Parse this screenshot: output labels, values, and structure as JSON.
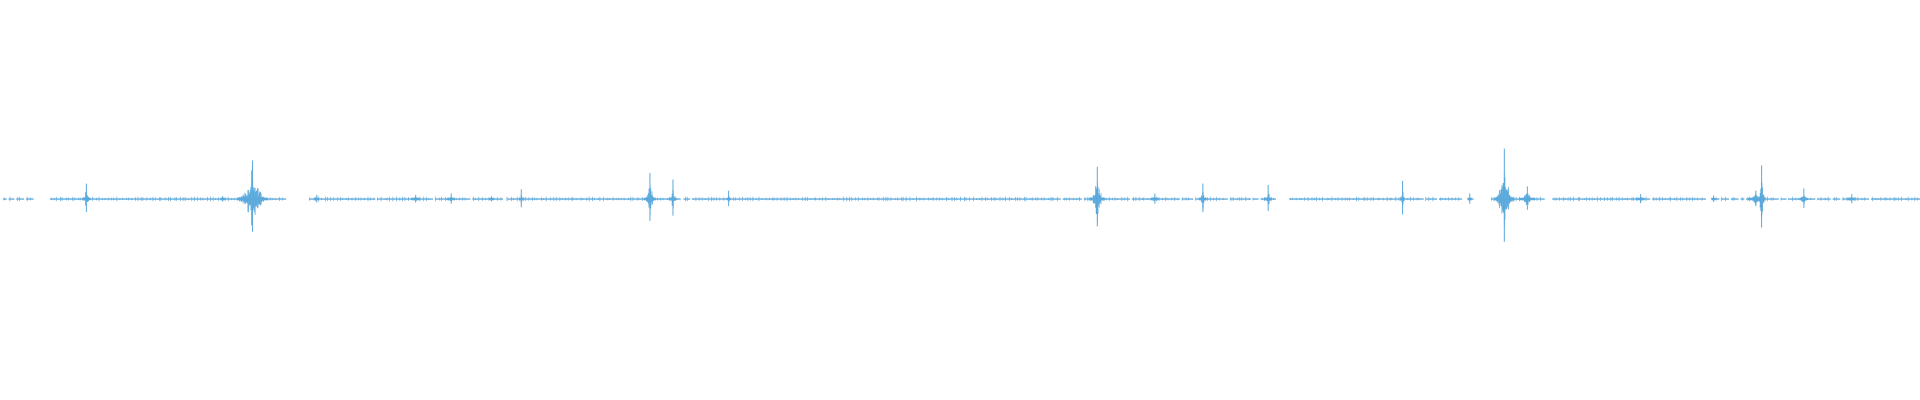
{
  "waveform": {
    "color": "#5aa9dc",
    "baseline_color": "#5aa9dc",
    "duration_fraction_bursts": [
      {
        "at": 0.045,
        "amplitude": 0.22,
        "width": 0.002
      },
      {
        "at": 0.116,
        "amplitude": 0.04,
        "width": 0.001
      },
      {
        "at": 0.1315,
        "amplitude": 0.55,
        "width": 0.008
      },
      {
        "at": 0.165,
        "amplitude": 0.06,
        "width": 0.001
      },
      {
        "at": 0.2165,
        "amplitude": 0.06,
        "width": 0.002
      },
      {
        "at": 0.235,
        "amplitude": 0.08,
        "width": 0.002
      },
      {
        "at": 0.256,
        "amplitude": 0.04,
        "width": 0.001
      },
      {
        "at": 0.2715,
        "amplitude": 0.14,
        "width": 0.001
      },
      {
        "at": 0.3385,
        "amplitude": 0.37,
        "width": 0.003
      },
      {
        "at": 0.3505,
        "amplitude": 0.28,
        "width": 0.002
      },
      {
        "at": 0.3795,
        "amplitude": 0.12,
        "width": 0.001
      },
      {
        "at": 0.5715,
        "amplitude": 0.46,
        "width": 0.004
      },
      {
        "at": 0.6015,
        "amplitude": 0.08,
        "width": 0.002
      },
      {
        "at": 0.6265,
        "amplitude": 0.22,
        "width": 0.002
      },
      {
        "at": 0.6605,
        "amplitude": 0.2,
        "width": 0.002
      },
      {
        "at": 0.7305,
        "amplitude": 0.26,
        "width": 0.001
      },
      {
        "at": 0.7655,
        "amplitude": 0.08,
        "width": 0.001
      },
      {
        "at": 0.7835,
        "amplitude": 0.72,
        "width": 0.005
      },
      {
        "at": 0.7955,
        "amplitude": 0.18,
        "width": 0.004
      },
      {
        "at": 0.8545,
        "amplitude": 0.07,
        "width": 0.002
      },
      {
        "at": 0.8925,
        "amplitude": 0.05,
        "width": 0.001
      },
      {
        "at": 0.9145,
        "amplitude": 0.12,
        "width": 0.004
      },
      {
        "at": 0.9175,
        "amplitude": 0.48,
        "width": 0.002
      },
      {
        "at": 0.9395,
        "amplitude": 0.15,
        "width": 0.002
      },
      {
        "at": 0.9645,
        "amplitude": 0.07,
        "width": 0.002
      }
    ],
    "gaps": [
      {
        "from": 0.0,
        "to": 0.0015
      },
      {
        "from": 0.0035,
        "to": 0.0045
      },
      {
        "from": 0.0075,
        "to": 0.0085
      },
      {
        "from": 0.0125,
        "to": 0.0135
      },
      {
        "from": 0.0175,
        "to": 0.026
      },
      {
        "from": 0.149,
        "to": 0.161
      },
      {
        "from": 0.1955,
        "to": 0.1965
      },
      {
        "from": 0.2255,
        "to": 0.2265
      },
      {
        "from": 0.245,
        "to": 0.246
      },
      {
        "from": 0.262,
        "to": 0.264
      },
      {
        "from": 0.3545,
        "to": 0.356
      },
      {
        "from": 0.3595,
        "to": 0.3605
      },
      {
        "from": 0.3785,
        "to": 0.3795
      },
      {
        "from": 0.5525,
        "to": 0.5535
      },
      {
        "from": 0.5635,
        "to": 0.5645
      },
      {
        "from": 0.5885,
        "to": 0.5895
      },
      {
        "from": 0.6145,
        "to": 0.6155
      },
      {
        "from": 0.6215,
        "to": 0.6225
      },
      {
        "from": 0.6395,
        "to": 0.6405
      },
      {
        "from": 0.6515,
        "to": 0.6525
      },
      {
        "from": 0.6555,
        "to": 0.6565
      },
      {
        "from": 0.6645,
        "to": 0.6715
      },
      {
        "from": 0.7415,
        "to": 0.7425
      },
      {
        "from": 0.7485,
        "to": 0.7495
      },
      {
        "from": 0.7615,
        "to": 0.7645
      },
      {
        "from": 0.7675,
        "to": 0.7765
      },
      {
        "from": 0.8045,
        "to": 0.8085
      },
      {
        "from": 0.8595,
        "to": 0.8605
      },
      {
        "from": 0.8885,
        "to": 0.8915
      },
      {
        "from": 0.8955,
        "to": 0.8965
      },
      {
        "from": 0.9005,
        "to": 0.9015
      },
      {
        "from": 0.9055,
        "to": 0.9065
      },
      {
        "from": 0.9085,
        "to": 0.9095
      },
      {
        "from": 0.9265,
        "to": 0.9275
      },
      {
        "from": 0.9305,
        "to": 0.9315
      },
      {
        "from": 0.9455,
        "to": 0.9465
      },
      {
        "from": 0.9535,
        "to": 0.9545
      },
      {
        "from": 0.9585,
        "to": 0.9595
      },
      {
        "from": 0.9735,
        "to": 0.9745
      }
    ]
  }
}
